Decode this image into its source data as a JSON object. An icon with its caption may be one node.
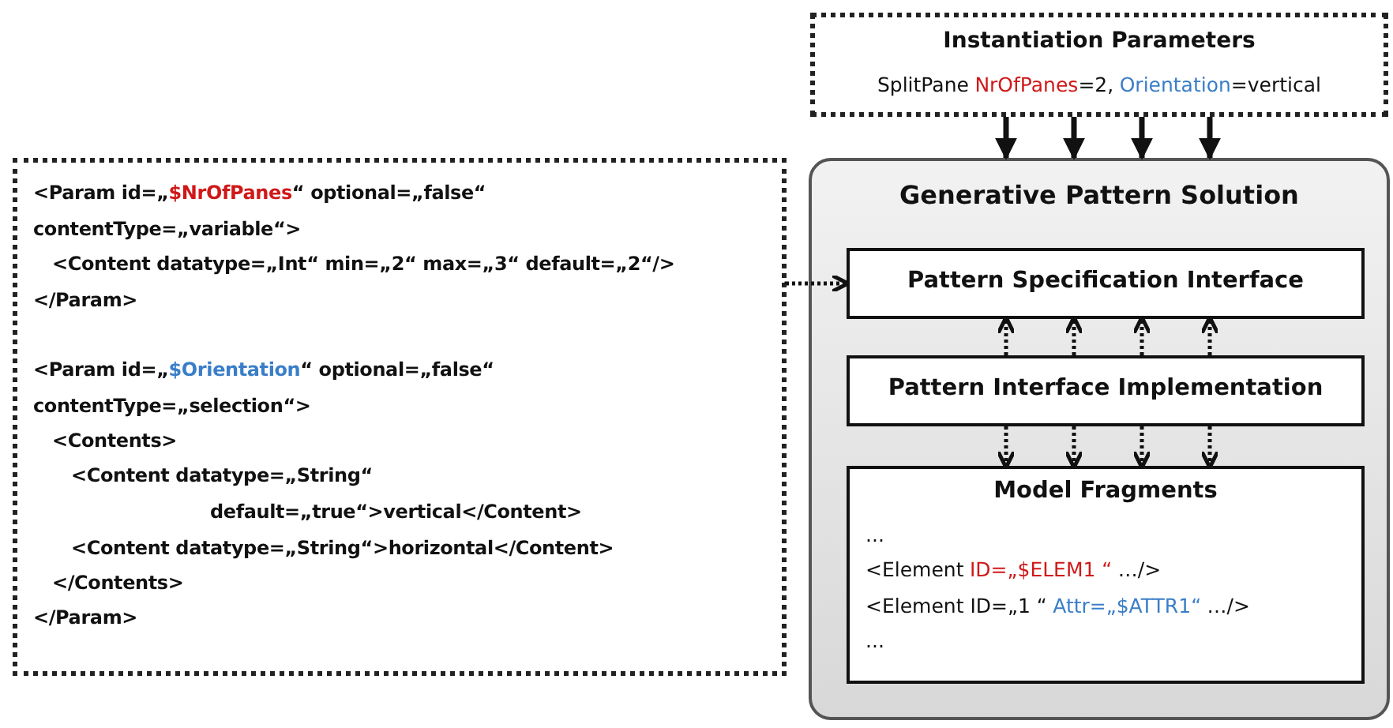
{
  "diagram": {
    "nodes": [
      {
        "text": [
          "<Param id=„",
          "$NrOfPanes",
          "“ optional=„false“",
          "contentType=„variable“>",
          "<Content datatype=„Int“ min=„2“ max=„3“ default=„2“/>",
          "</Param>",
          "<Param id=„",
          "$Orientation",
          "“ optional=„false“",
          "contentType=„selection“>",
          "<Contents>",
          "<Content datatype=„String“",
          "default=„true“>vertical</Content>",
          "<Content datatype=„String“>horizontal</Content>",
          "</Contents>",
          "</Param>"
        ]
      },
      {
        "text": [
          "Instantiation Parameters",
          "SplitPane",
          "NrOfPanes",
          "=2,",
          "Orientation",
          "=vertical"
        ]
      },
      {
        "text": [
          "Generative Pattern Solution"
        ]
      },
      {
        "text": [
          "Pattern Specification Interface"
        ],
        "in": 2
      },
      {
        "text": [
          "Pattern Interface Implementation"
        ],
        "in": 2
      },
      {
        "text": [
          "Model Fragments",
          "...",
          "<Element",
          "ID=„$ELEM1 “",
          "…/>",
          "<Element ID=„1 “",
          "Attr=„$ATTR1“",
          "…/>",
          "..."
        ],
        "in": 2
      }
    ],
    "edges": [
      {
        "from": 1,
        "to": 2,
        "arrow": "to"
      },
      {
        "from": 1,
        "to": 2,
        "arrow": "to"
      },
      {
        "from": 1,
        "to": 2,
        "arrow": "to"
      },
      {
        "from": 1,
        "to": 2,
        "arrow": "to"
      },
      {
        "from": 4,
        "to": 3,
        "arrow": "to",
        "style": "dashed"
      },
      {
        "from": 4,
        "to": 3,
        "arrow": "to",
        "style": "dashed"
      },
      {
        "from": 4,
        "to": 3,
        "arrow": "to",
        "style": "dashed"
      },
      {
        "from": 4,
        "to": 3,
        "arrow": "to",
        "style": "dashed"
      },
      {
        "from": 4,
        "to": 5,
        "arrow": "to",
        "style": "dashed"
      },
      {
        "from": 4,
        "to": 5,
        "arrow": "to",
        "style": "dashed"
      },
      {
        "from": 4,
        "to": 5,
        "arrow": "to",
        "style": "dashed"
      },
      {
        "from": 4,
        "to": 5,
        "arrow": "to",
        "style": "dashed"
      },
      {
        "from": 0,
        "to": 3,
        "arrow": "to",
        "style": "dashed"
      }
    ]
  }
}
